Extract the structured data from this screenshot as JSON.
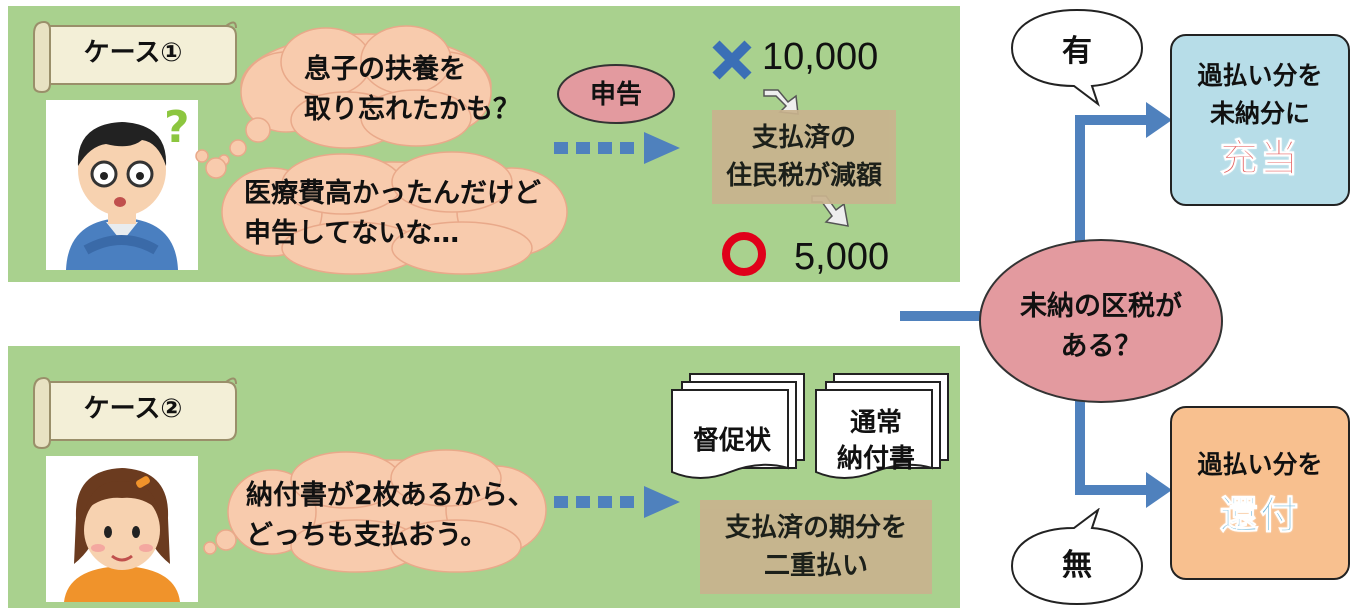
{
  "case1": {
    "label": "ケース①",
    "thought1": [
      "息子の扶養を",
      "取り忘れたかも？"
    ],
    "thought2": [
      "医療費高かったんだけど",
      "申告してないな…"
    ],
    "action": "申告",
    "before_amount": "10,000",
    "result": [
      "支払済の",
      "住民税が減額"
    ],
    "after_amount": "5,000"
  },
  "case2": {
    "label": "ケース②",
    "thought": [
      "納付書が2枚あるから、",
      "どっちも支払おう。"
    ],
    "doc1": "督促状",
    "doc2": [
      "通常",
      "納付書"
    ],
    "result": [
      "支払済の期分を",
      "二重払い"
    ]
  },
  "decision": {
    "question": [
      "未納の区税が",
      "ある？"
    ],
    "yes": "有",
    "no": "無",
    "yes_box": {
      "line1": "過払い分を",
      "line2": "未納分に",
      "highlight": "充当"
    },
    "no_box": {
      "line1": "過払い分を",
      "highlight": "還付"
    }
  },
  "colors": {
    "panel": "#a9d18e",
    "scroll": "#f3efd7",
    "tan": "#c9b38e",
    "ellipse": "#e39a9f",
    "arrow": "#4f81bd",
    "yes_box": "#b7dde8",
    "no_box": "#f8c08f",
    "cross": "#3b6fb6",
    "circle": "#e0001a",
    "highlight_red": "#e35a5a",
    "highlight_blue": "#6fb6d9"
  }
}
